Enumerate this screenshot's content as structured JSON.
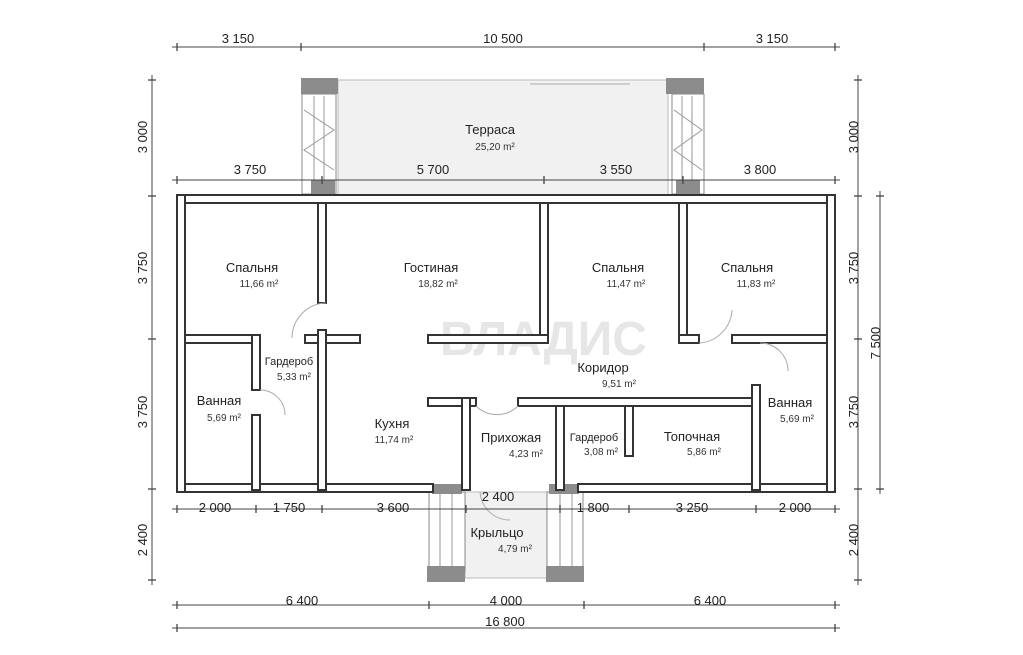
{
  "dimensions": {
    "top": [
      "3 150",
      "10 500",
      "3 150"
    ],
    "upper": [
      "3 750",
      "5 700",
      "3 550",
      "3 800"
    ],
    "lower": [
      "2 000",
      "1 750",
      "3 600",
      "2 400",
      "1 800",
      "3 250",
      "2 000"
    ],
    "bottom_sections": [
      "6 400",
      "4 000",
      "6 400"
    ],
    "total": "16 800",
    "left": [
      "3 000",
      "3 750",
      "3 750",
      "2 400"
    ],
    "right": [
      "3 000",
      "3 750",
      "3 750",
      "2 400"
    ],
    "right_total": "7 500"
  },
  "rooms": {
    "terrace": {
      "name": "Терраса",
      "area": "25,20 m²"
    },
    "bedroom1": {
      "name": "Спальня",
      "area": "11,66 m²"
    },
    "living": {
      "name": "Гостиная",
      "area": "18,82 m²"
    },
    "bedroom2": {
      "name": "Спальня",
      "area": "11,47 m²"
    },
    "bedroom3": {
      "name": "Спальня",
      "area": "11,83 m²"
    },
    "wardrobe1": {
      "name": "Гардероб",
      "area": "5,33 m²"
    },
    "bath1": {
      "name": "Ванная",
      "area": "5,69 m²"
    },
    "kitchen": {
      "name": "Кухня",
      "area": "11,74 m²"
    },
    "corridor": {
      "name": "Коридор",
      "area": "9,51 m²"
    },
    "hallway": {
      "name": "Прихожая",
      "area": "4,23 m²"
    },
    "wardrobe2": {
      "name": "Гардероб",
      "area": "3,08 m²"
    },
    "boiler": {
      "name": "Топочная",
      "area": "5,86 m²"
    },
    "bath2": {
      "name": "Ванная",
      "area": "5,69 m²"
    },
    "porch": {
      "name": "Крыльцо",
      "area": "4,79 m²"
    }
  },
  "watermark": "ВЛАДИС",
  "colors": {
    "wall": "#333333",
    "post": "#8c8c8c",
    "terrace": "#f1f1f1"
  }
}
